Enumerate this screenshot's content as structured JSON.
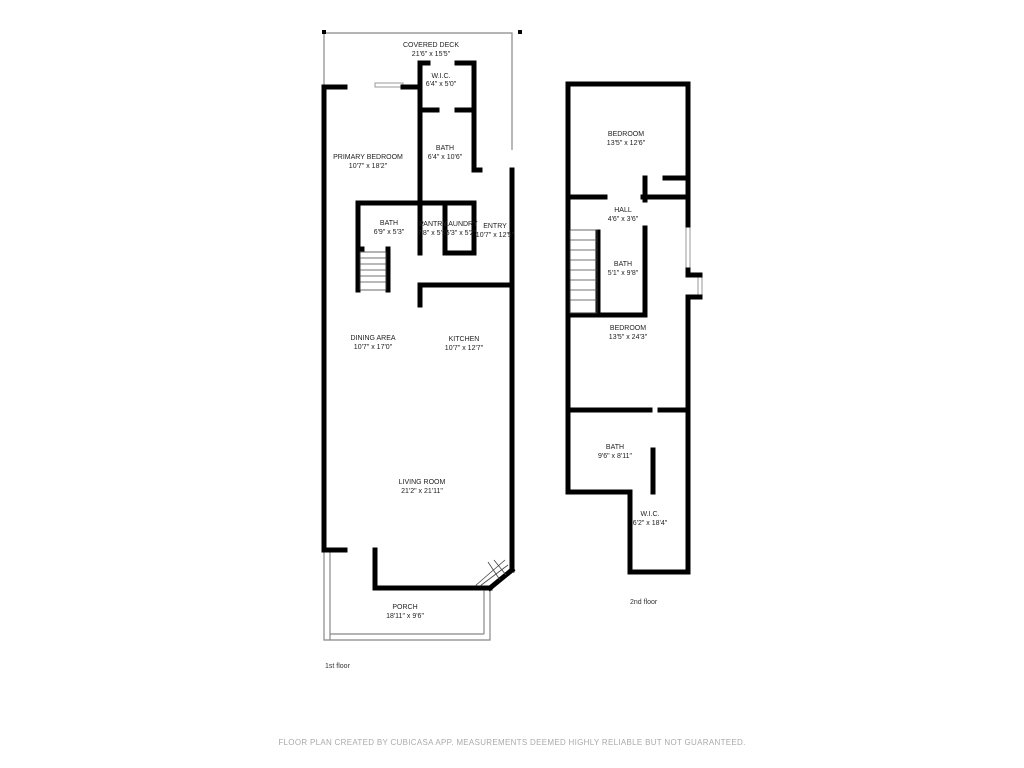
{
  "first_floor": {
    "label": "1st floor",
    "rooms": [
      {
        "name": "COVERED DECK",
        "size": "21'6\" x 15'5\""
      },
      {
        "name": "W.I.C.",
        "size": "6'4\" x 5'0\""
      },
      {
        "name": "BATH",
        "size": "6'4\" x 10'6\""
      },
      {
        "name": "PRIMARY BEDROOM",
        "size": "10'7\" x 18'2\""
      },
      {
        "name": "BATH",
        "size": "6'9\" x 5'3\""
      },
      {
        "name": "PANTRY",
        "size": "7'8\" x 5'2\""
      },
      {
        "name": "LAUNDRY",
        "size": "5'3\" x 5'2\""
      },
      {
        "name": "ENTRY",
        "size": "10'7\" x 12'5\""
      },
      {
        "name": "DINING AREA",
        "size": "10'7\" x 17'0\""
      },
      {
        "name": "KITCHEN",
        "size": "10'7\" x 12'7\""
      },
      {
        "name": "LIVING ROOM",
        "size": "21'2\" x 21'11\""
      },
      {
        "name": "PORCH",
        "size": "18'11\" x 9'6\""
      }
    ]
  },
  "second_floor": {
    "label": "2nd floor",
    "rooms": [
      {
        "name": "BEDROOM",
        "size": "13'5\" x 12'6\""
      },
      {
        "name": "HALL",
        "size": "4'6\" x 3'6\""
      },
      {
        "name": "BATH",
        "size": "5'1\" x 9'8\""
      },
      {
        "name": "BEDROOM",
        "size": "13'5\" x 24'3\""
      },
      {
        "name": "BATH",
        "size": "9'6\" x 8'11\""
      },
      {
        "name": "W.I.C.",
        "size": "6'2\" x 18'4\""
      }
    ]
  },
  "footer": "FLOOR PLAN CREATED BY CUBICASA APP. MEASUREMENTS DEEMED HIGHLY RELIABLE BUT NOT GUARANTEED."
}
